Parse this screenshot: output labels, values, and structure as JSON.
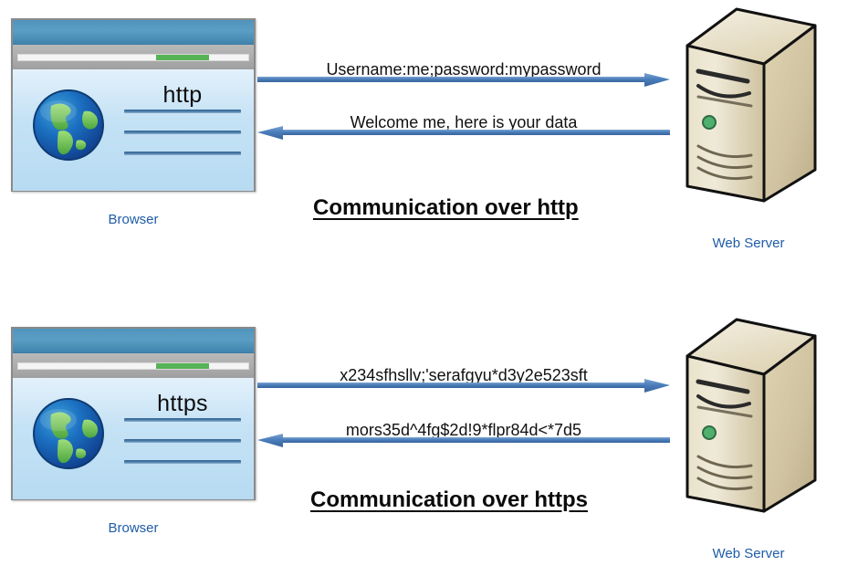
{
  "diagram": {
    "title": "HTTP vs HTTPS communication",
    "colors": {
      "arrow": "#4a7ebb",
      "caption": "#1f5ca8",
      "browser_titlebar": "#4f94bd",
      "progress_green": "#56b356",
      "server_body": "#ded3b4",
      "server_led": "#4faf6d"
    }
  },
  "sections": [
    {
      "id": "http",
      "heading": "Communication over http",
      "browser": {
        "caption": "Browser",
        "protocol_label": "http",
        "address_bar_value": "",
        "address_bar_placeholder": ""
      },
      "server": {
        "caption": "Web Server"
      },
      "messages": [
        {
          "direction": "right",
          "text": "Username:me;password:mypassword"
        },
        {
          "direction": "left",
          "text": "Welcome me, here is your data"
        }
      ]
    },
    {
      "id": "https",
      "heading": "Communication over https",
      "browser": {
        "caption": "Browser",
        "protocol_label": "https",
        "address_bar_value": "",
        "address_bar_placeholder": ""
      },
      "server": {
        "caption": "Web Server"
      },
      "messages": [
        {
          "direction": "right",
          "text": "x234sfhsllv;'serafgyu*d3y2e523sft"
        },
        {
          "direction": "left",
          "text": "mors35d^4fg$2d!9*flpr84d<*7d5"
        }
      ]
    }
  ]
}
